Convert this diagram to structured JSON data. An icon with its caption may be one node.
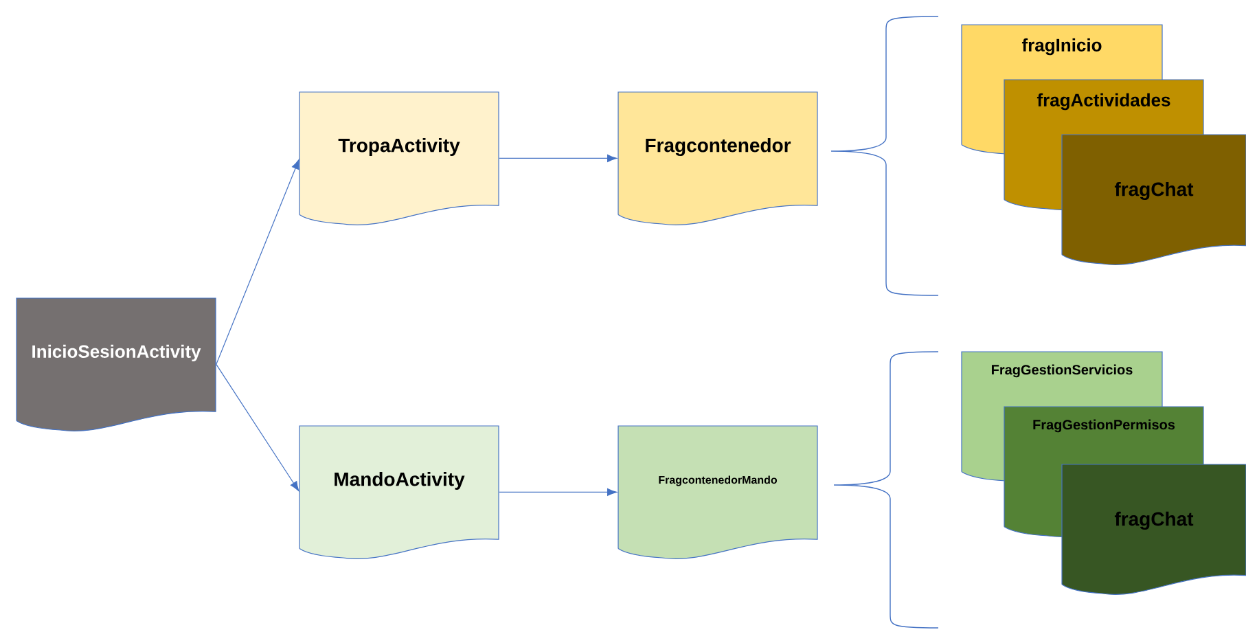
{
  "diagram": {
    "nodes": [
      {
        "text": [
          "InicioSesionActivity"
        ]
      },
      {
        "text": [
          "TropaActivity"
        ]
      },
      {
        "text": [
          "Fragcontenedor"
        ]
      },
      {
        "text": [
          "MandoActivity"
        ]
      },
      {
        "text": [
          "FragcontenedorMando"
        ]
      },
      {
        "text": [
          "fragInicio"
        ]
      },
      {
        "text": [
          "fragActividades"
        ]
      },
      {
        "text": [
          "fragChat"
        ]
      },
      {
        "text": [
          "FragGestionServicios"
        ]
      },
      {
        "text": [
          "FragGestionPermisos"
        ]
      },
      {
        "text": [
          "fragChat"
        ]
      }
    ],
    "edges": [
      {
        "from": 0,
        "to": 1,
        "arrow": "to"
      },
      {
        "from": 0,
        "to": 3,
        "arrow": "to"
      },
      {
        "from": 1,
        "to": 2,
        "arrow": "to"
      },
      {
        "from": 3,
        "to": 4,
        "arrow": "to"
      }
    ]
  }
}
